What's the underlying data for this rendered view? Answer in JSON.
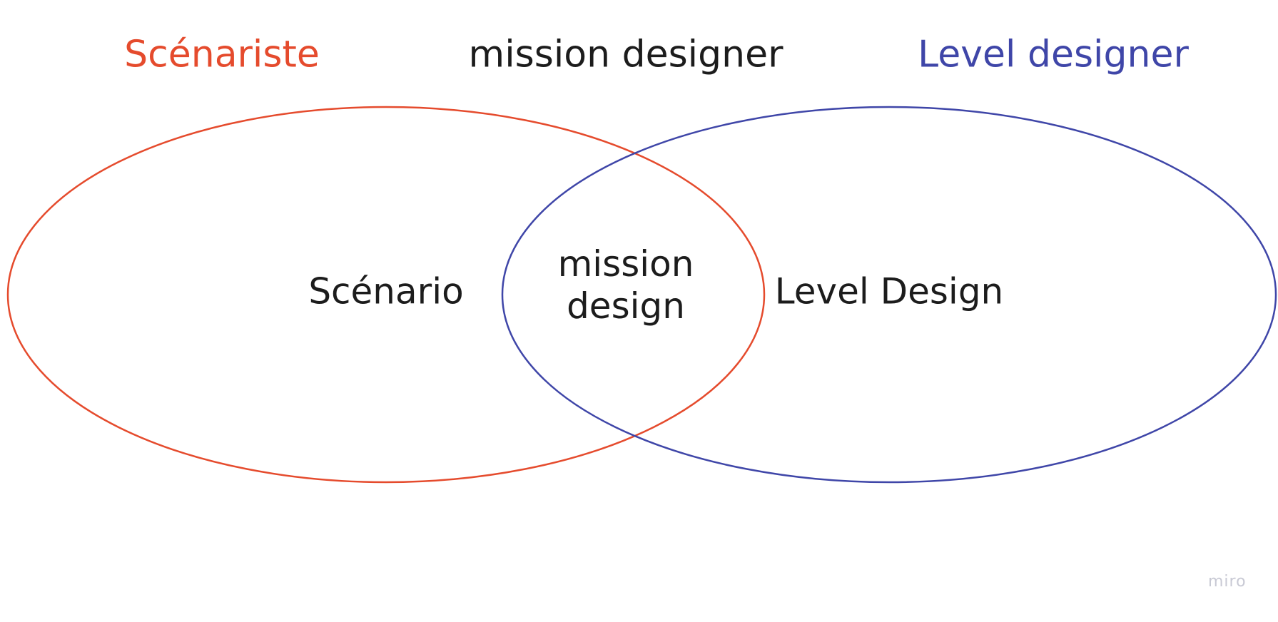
{
  "colors": {
    "scenario": "#e54b2d",
    "level": "#3f46a8",
    "text": "#1c1c1c"
  },
  "headers": {
    "left": "Scénariste",
    "middle": "mission designer",
    "right": "Level designer"
  },
  "circles": {
    "left": "Scénario",
    "intersection_line1": "mission",
    "intersection_line2": "design",
    "right": "Level Design"
  },
  "watermark": "miro"
}
